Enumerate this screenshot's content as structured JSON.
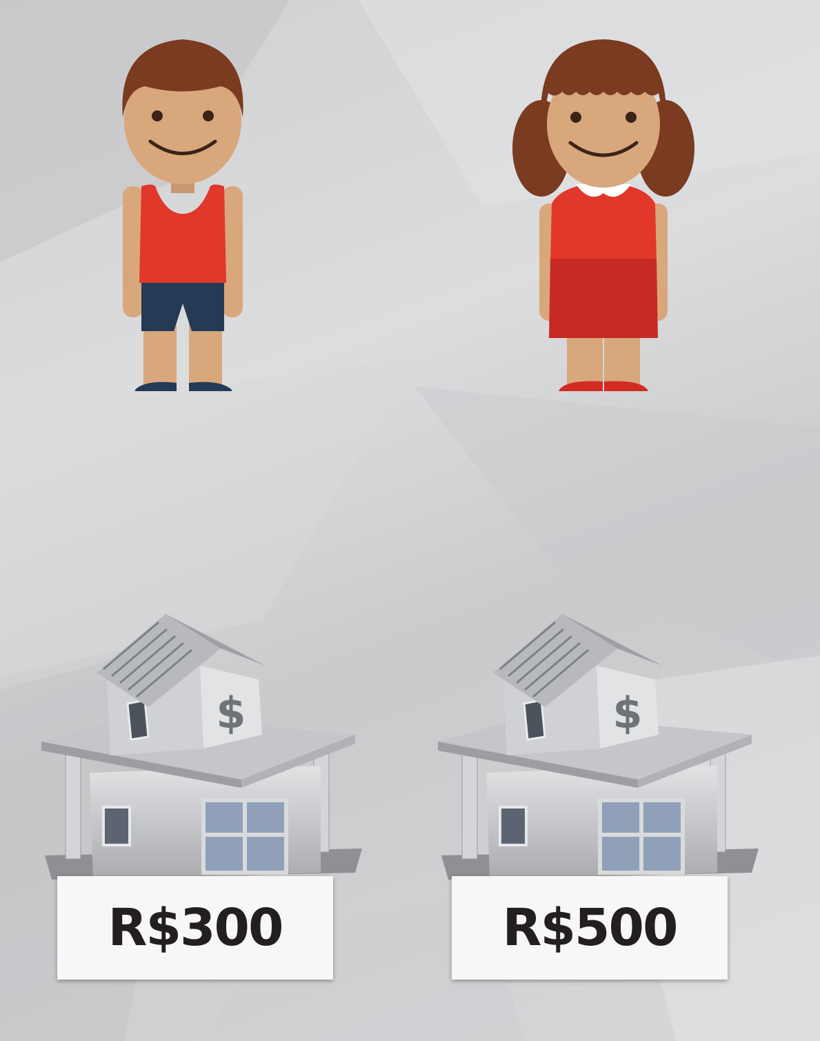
{
  "characters": [
    {
      "id": "boy",
      "icon": "boy-icon"
    },
    {
      "id": "girl",
      "icon": "girl-icon"
    }
  ],
  "banks": [
    {
      "icon": "bank-house-icon",
      "price": "R$300"
    },
    {
      "icon": "bank-house-icon",
      "price": "R$500"
    }
  ],
  "colors": {
    "shirt": "#e2372b",
    "skirt": "#c72a22",
    "shorts": "#243a55",
    "skin": "#d9a77c",
    "hair": "#7a3b20",
    "building": "#bfc1c4"
  }
}
